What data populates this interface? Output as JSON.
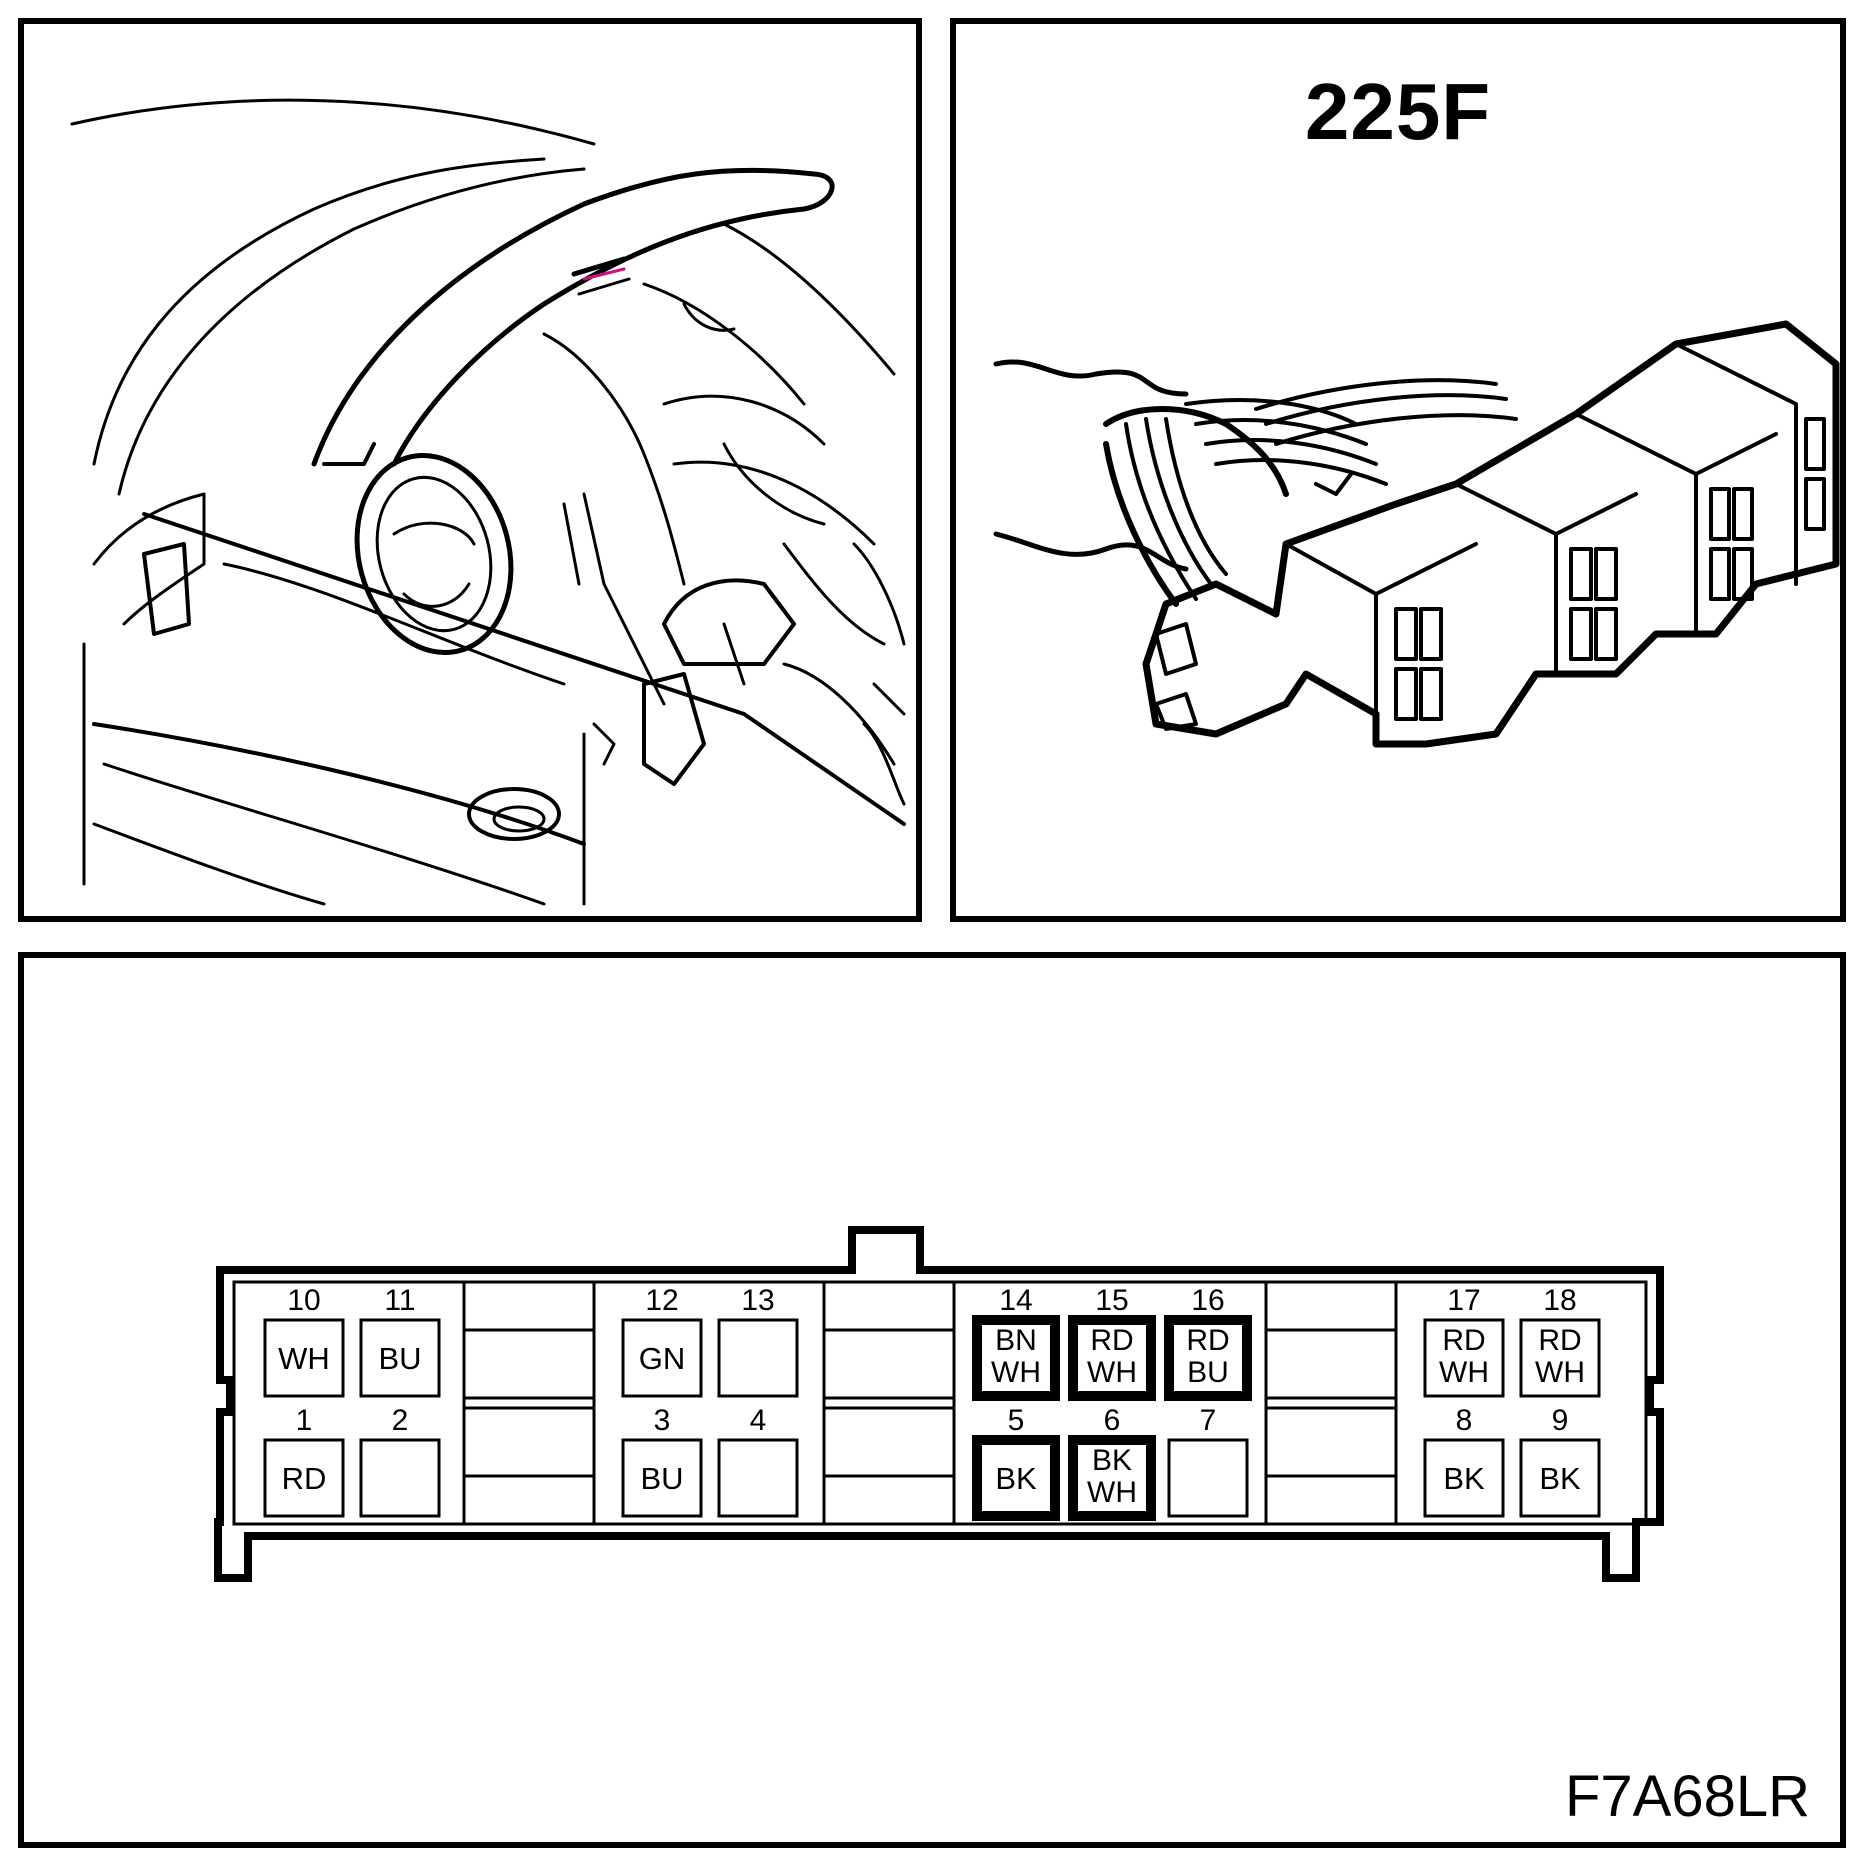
{
  "connector": {
    "name": "225F",
    "code": "F7A68LR"
  },
  "pins": [
    {
      "num": "10",
      "wires": [
        "WH"
      ]
    },
    {
      "num": "11",
      "wires": [
        "BU"
      ]
    },
    {
      "num": "12",
      "wires": [
        "GN"
      ]
    },
    {
      "num": "13",
      "wires": []
    },
    {
      "num": "14",
      "wires": [
        "BN",
        "WH"
      ],
      "highlight": true
    },
    {
      "num": "15",
      "wires": [
        "RD",
        "WH"
      ],
      "highlight": true
    },
    {
      "num": "16",
      "wires": [
        "RD",
        "BU"
      ],
      "highlight": true
    },
    {
      "num": "17",
      "wires": [
        "RD",
        "WH"
      ]
    },
    {
      "num": "18",
      "wires": [
        "RD",
        "WH"
      ]
    },
    {
      "num": "1",
      "wires": [
        "RD"
      ]
    },
    {
      "num": "2",
      "wires": []
    },
    {
      "num": "3",
      "wires": [
        "BU"
      ]
    },
    {
      "num": "4",
      "wires": []
    },
    {
      "num": "5",
      "wires": [
        "BK"
      ],
      "highlight": true
    },
    {
      "num": "6",
      "wires": [
        "BK",
        "WH"
      ],
      "highlight": true
    },
    {
      "num": "7",
      "wires": []
    },
    {
      "num": "8",
      "wires": [
        "BK"
      ]
    },
    {
      "num": "9",
      "wires": [
        "BK"
      ]
    }
  ]
}
